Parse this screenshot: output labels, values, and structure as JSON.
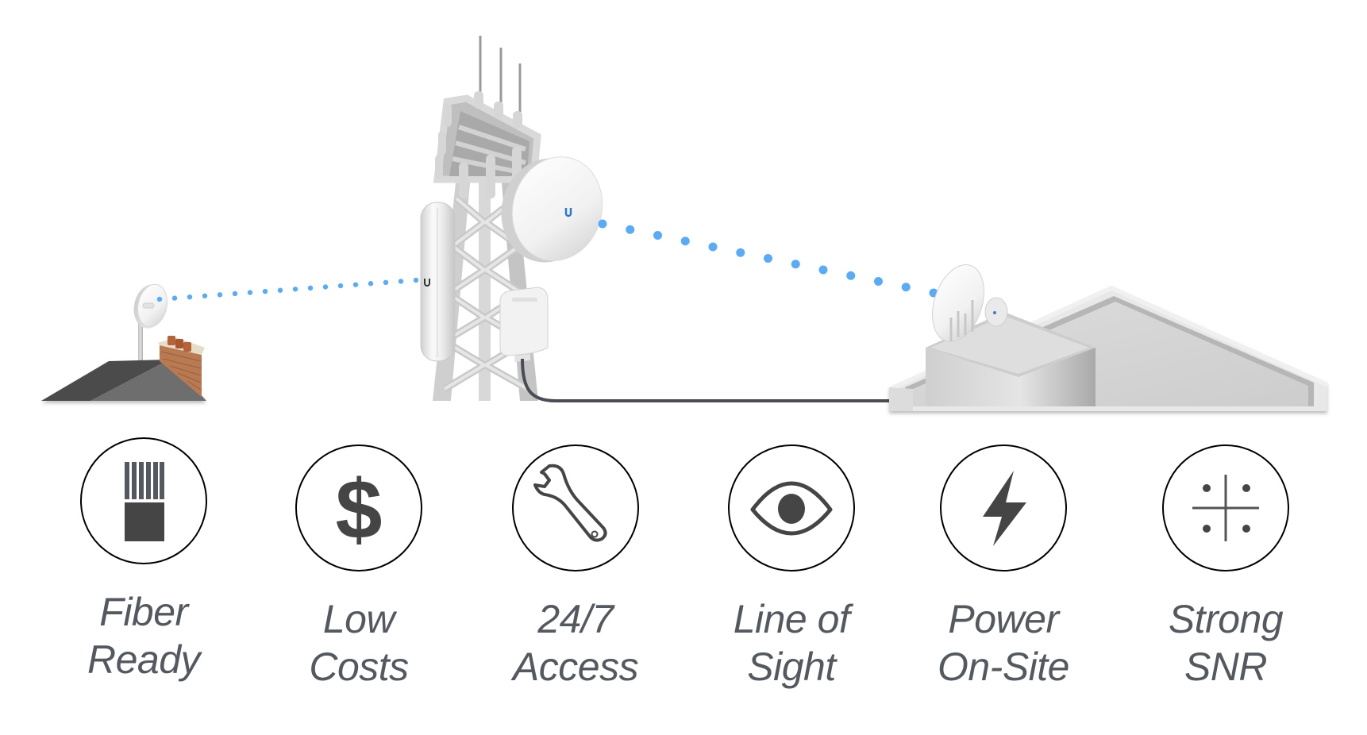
{
  "diagram": {
    "type": "network-site-requirements",
    "link_color": "#5aabf5",
    "cable_color": "#4a4e54",
    "icon_color": "#454545",
    "label_color": "#545960",
    "scene": {
      "nodes": [
        {
          "id": "house",
          "label": "Customer rooftop dish"
        },
        {
          "id": "tower",
          "label": "Tower with sector and dish"
        },
        {
          "id": "building",
          "label": "Building rooftop dish"
        }
      ],
      "links": [
        {
          "from": "house",
          "to": "tower",
          "style": "wireless-dotted-small"
        },
        {
          "from": "tower",
          "to": "building",
          "style": "wireless-dotted-large"
        },
        {
          "from": "tower",
          "to": "building",
          "style": "wired-cable"
        }
      ]
    },
    "features": [
      {
        "icon": "fiber-icon",
        "line1": "Fiber",
        "line2": "Ready"
      },
      {
        "icon": "dollar-icon",
        "line1": "Low",
        "line2": "Costs"
      },
      {
        "icon": "wrench-icon",
        "line1": "24/7",
        "line2": "Access"
      },
      {
        "icon": "eye-icon",
        "line1": "Line of",
        "line2": "Sight"
      },
      {
        "icon": "bolt-icon",
        "line1": "Power",
        "line2": "On-Site"
      },
      {
        "icon": "signal-quadrant-icon",
        "line1": "Strong",
        "line2": "SNR"
      }
    ]
  }
}
